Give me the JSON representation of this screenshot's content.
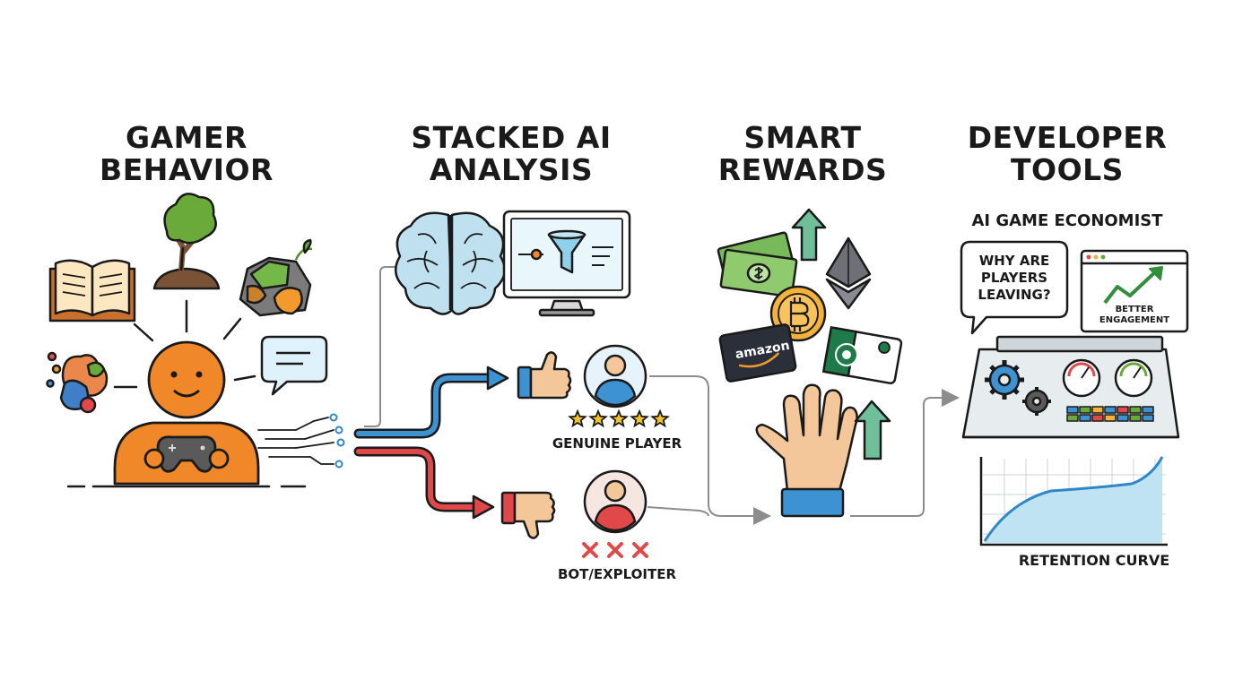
{
  "columns": [
    {
      "line1": "GAMER",
      "line2": "BEHAVIOR"
    },
    {
      "line1": "STACKED AI",
      "line2": "ANALYSIS"
    },
    {
      "line1": "SMART",
      "line2": "REWARDS"
    },
    {
      "line1": "DEVELOPER",
      "line2": "TOOLS"
    }
  ],
  "analysis": {
    "genuine_label": "GENUINE PLAYER",
    "bot_label": "BOT/EXPLOITER",
    "genuine_stars": 5,
    "bot_marks": 3
  },
  "rewards": {
    "amazon_label": "amazon"
  },
  "developer": {
    "subtitle": "AI GAME ECONOMIST",
    "bubble_line1": "WHY ARE",
    "bubble_line2": "PLAYERS",
    "bubble_line3": "LEAVING?",
    "engagement_line1": "BETTER",
    "engagement_line2": "ENGAGEMENT",
    "retention_label": "RETENTION CURVE"
  },
  "colors": {
    "ink": "#1a1a1a",
    "avatar_orange": "#f0882a",
    "brain_blue": "#bfe0ef",
    "funnel_blue": "#8fd0ea",
    "positive_blue": "#2f86c8",
    "negative_red": "#e0484a",
    "thumb_skin": "#f3c79a",
    "arrow_green": "#6fbf9a",
    "chart_fill": "#bfe3f2"
  },
  "icons": {
    "behavior": [
      "book-icon",
      "tree-icon",
      "ore-rock-icon",
      "palette-icon",
      "chat-bubble-icon",
      "gamer-avatar-icon",
      "gamepad-icon"
    ],
    "analysis": [
      "brain-icon",
      "monitor-funnel-icon",
      "thumbs-up-icon",
      "thumbs-down-icon",
      "user-avatar-icon",
      "bot-avatar-icon"
    ],
    "rewards": [
      "cash-icon",
      "bitcoin-coin-icon",
      "ethereum-icon",
      "amazon-card-icon",
      "coffee-card-icon",
      "open-hand-icon",
      "up-arrow-icon"
    ],
    "developer": [
      "control-panel-icon",
      "gear-icon",
      "gauge-icon",
      "trend-up-icon",
      "retention-chart-icon"
    ]
  }
}
